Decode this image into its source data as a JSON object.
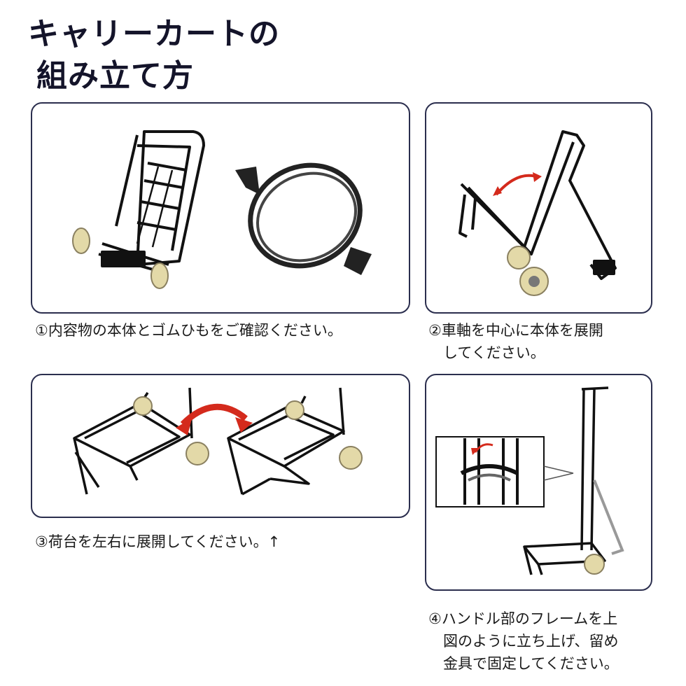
{
  "title": {
    "line1": "キャリーカートの",
    "line2": "組み立て方"
  },
  "steps": [
    {
      "caption_lines": [
        "①内容物の本体とゴムひもをご確認ください。"
      ]
    },
    {
      "caption_lines": [
        "②車軸を中心に本体を展開",
        "　してください。"
      ]
    },
    {
      "caption_lines": [
        "③荷台を左右に展開してください。↑"
      ]
    },
    {
      "caption_lines": [
        "④ハンドル部のフレームを上",
        "　図のように立ち上げ、留め",
        "　金具で固定してください。"
      ]
    }
  ],
  "colors": {
    "border": "#2b2e4e",
    "frame": "#111111",
    "wheel": "#e3d9a8",
    "arrow": "#d42a1c"
  }
}
